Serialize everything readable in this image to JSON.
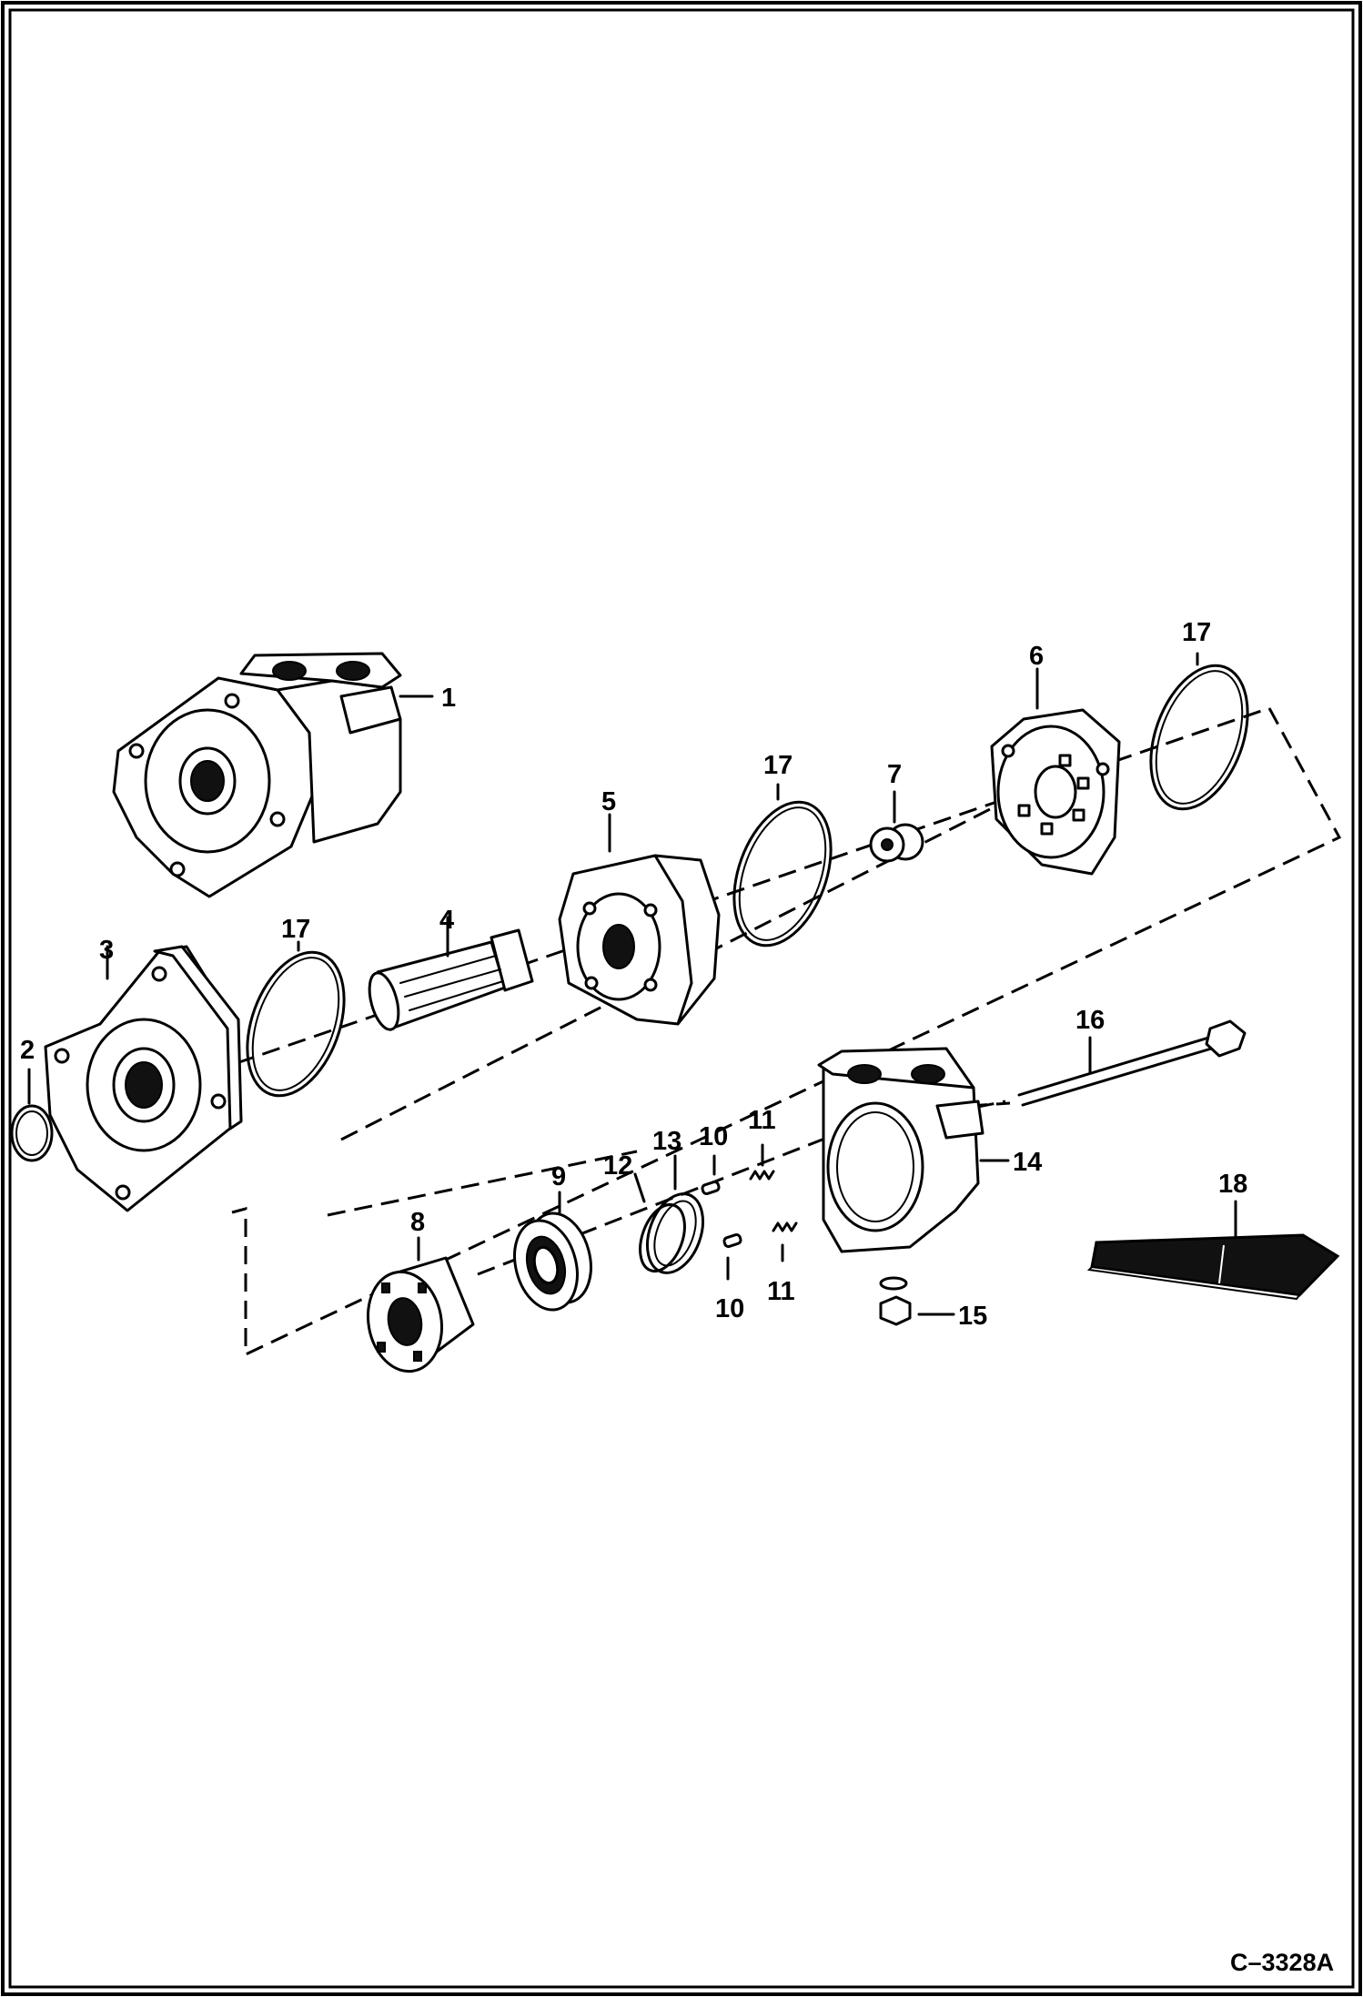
{
  "figure_id": "C–3328A",
  "callouts": {
    "c1": "1",
    "c2": "2",
    "c3": "3",
    "c4": "4",
    "c5": "5",
    "c6": "6",
    "c7": "7",
    "c8": "8",
    "c9": "9",
    "c10a": "10",
    "c10b": "10",
    "c11a": "11",
    "c11b": "11",
    "c12": "12",
    "c13": "13",
    "c14": "14",
    "c15": "15",
    "c16": "16",
    "c17a": "17",
    "c17b": "17",
    "c17c": "17",
    "c18": "18"
  }
}
